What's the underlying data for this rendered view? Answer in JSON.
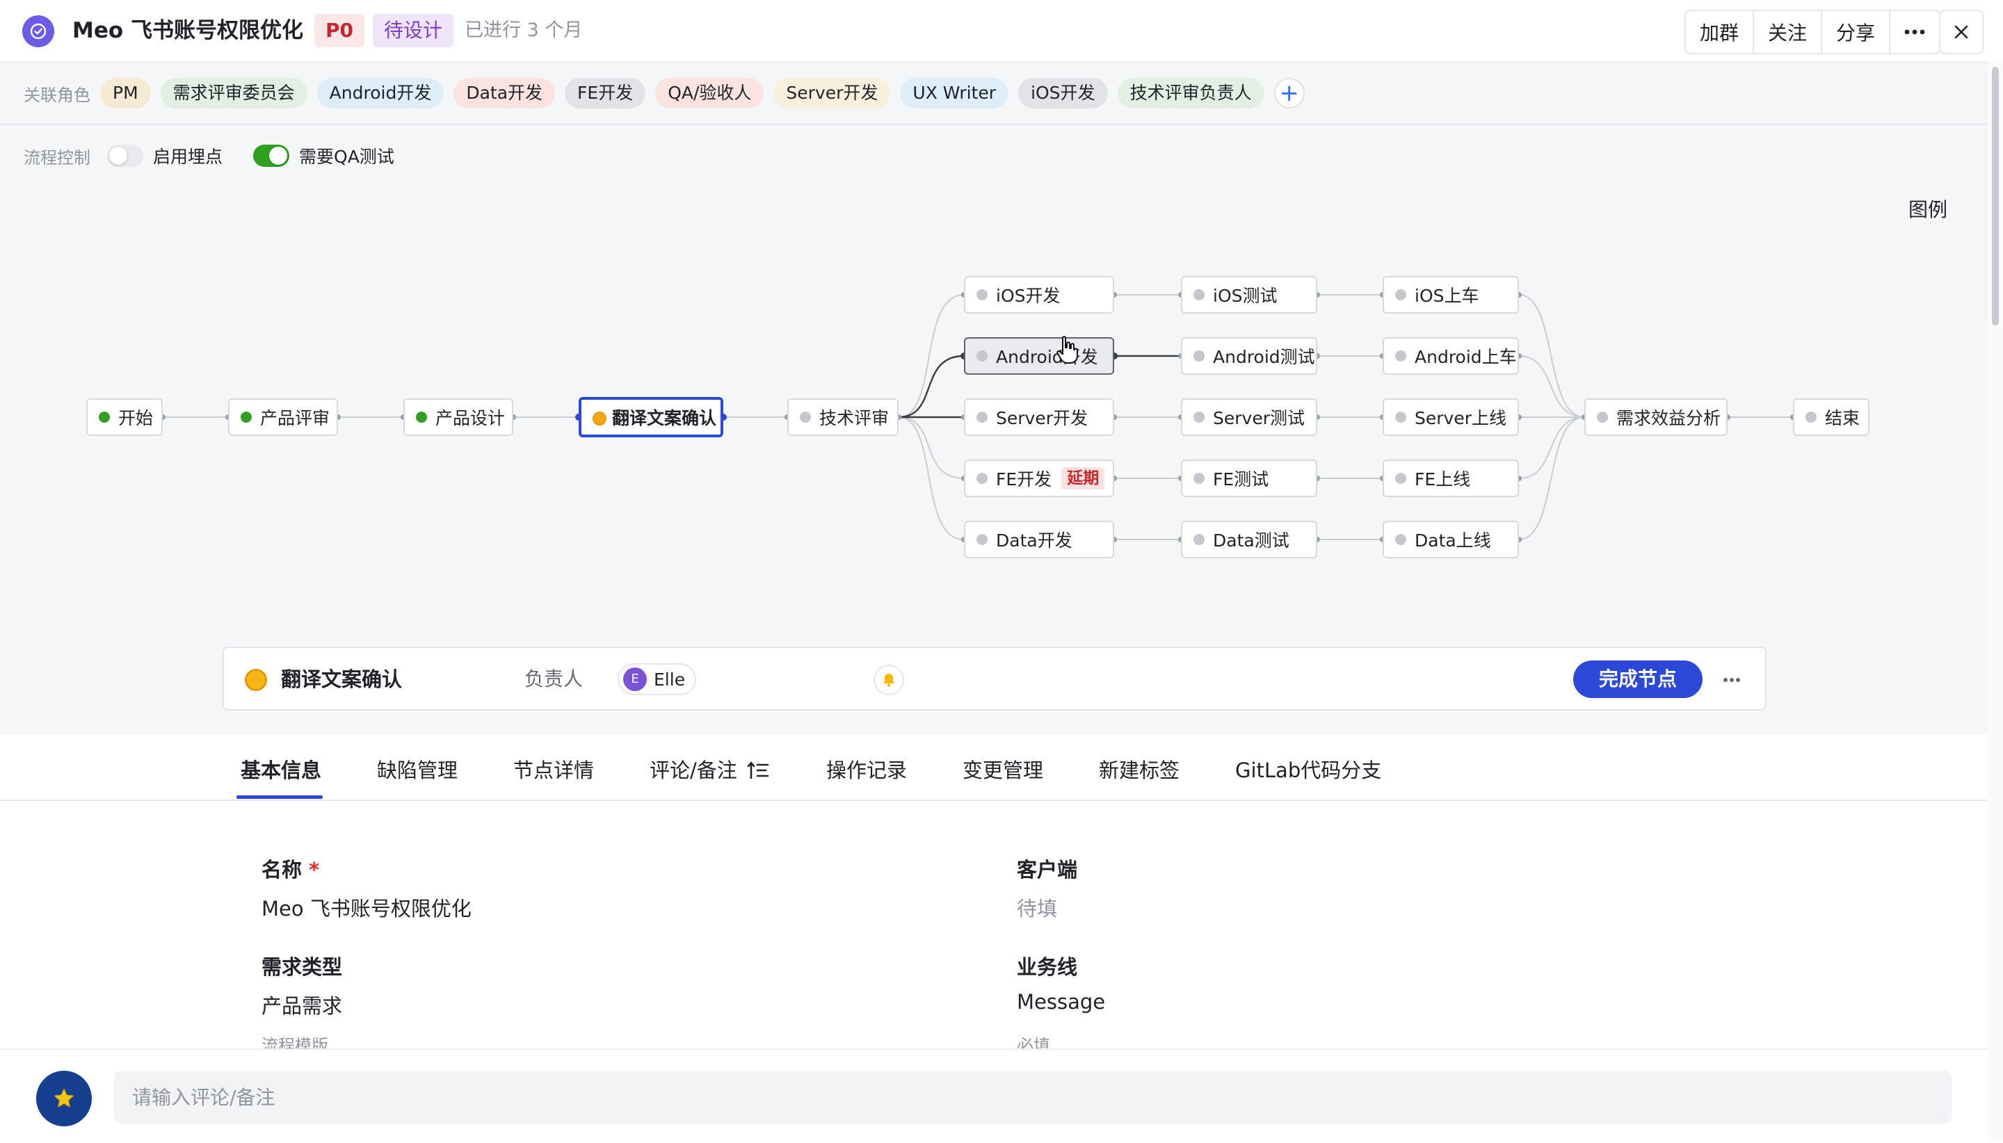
{
  "header": {
    "title": "Meo 飞书账号权限优化",
    "priority": "P0",
    "status": "待设计",
    "elapsed": "已进行 3 个月",
    "actions": [
      "加群",
      "关注",
      "分享"
    ],
    "more_icon": "more-icon",
    "close_icon": "close-icon"
  },
  "roles": {
    "label": "关联角色",
    "items": [
      {
        "name": "PM",
        "bg": "#f6ead3"
      },
      {
        "name": "需求评审委员会",
        "bg": "#e2efe3"
      },
      {
        "name": "Android开发",
        "bg": "#ddeef8"
      },
      {
        "name": "Data开发",
        "bg": "#fbe3df"
      },
      {
        "name": "FE开发",
        "bg": "#e1e3e7"
      },
      {
        "name": "QA/验收人",
        "bg": "#fbe3df"
      },
      {
        "name": "Server开发",
        "bg": "#f8efdc"
      },
      {
        "name": "UX Writer",
        "bg": "#ddeef8"
      },
      {
        "name": "iOS开发",
        "bg": "#e1e3e7"
      },
      {
        "name": "技术评审负责人",
        "bg": "#e2efe3"
      }
    ],
    "add": "+"
  },
  "flow_control": {
    "label": "流程控制",
    "toggles": [
      {
        "label": "启用埋点",
        "on": false
      },
      {
        "label": "需要QA测试",
        "on": true
      }
    ]
  },
  "legend": "图例",
  "graph": {
    "nodes": {
      "start": {
        "label": "开始",
        "status": "done"
      },
      "review": {
        "label": "产品评审",
        "status": "done"
      },
      "design": {
        "label": "产品设计",
        "status": "done"
      },
      "translate": {
        "label": "翻译文案确认",
        "status": "in-progress"
      },
      "tech": {
        "label": "技术评审",
        "status": "pending"
      },
      "ios_dev": {
        "label": "iOS开发",
        "status": "pending"
      },
      "and_dev": {
        "label": "Android开发",
        "status": "pending"
      },
      "srv_dev": {
        "label": "Server开发",
        "status": "pending"
      },
      "fe_dev": {
        "label": "FE开发",
        "status": "pending",
        "badge": "延期"
      },
      "data_dev": {
        "label": "Data开发",
        "status": "pending"
      },
      "ios_test": {
        "label": "iOS测试",
        "status": "pending"
      },
      "and_test": {
        "label": "Android测试",
        "status": "pending"
      },
      "srv_test": {
        "label": "Server测试",
        "status": "pending"
      },
      "fe_test": {
        "label": "FE测试",
        "status": "pending"
      },
      "data_test": {
        "label": "Data测试",
        "status": "pending"
      },
      "ios_rel": {
        "label": "iOS上车",
        "status": "pending"
      },
      "and_rel": {
        "label": "Android上车",
        "status": "pending"
      },
      "srv_rel": {
        "label": "Server上线",
        "status": "pending"
      },
      "fe_rel": {
        "label": "FE上线",
        "status": "pending"
      },
      "data_rel": {
        "label": "Data上线",
        "status": "pending"
      },
      "benefit": {
        "label": "需求效益分析",
        "status": "pending"
      },
      "end": {
        "label": "结束",
        "status": "pending"
      }
    },
    "status_colors": {
      "done": "#2ea121",
      "in-progress": "#f5a614",
      "pending": "#c4c7cc"
    }
  },
  "node_bar": {
    "name": "翻译文案确认",
    "owner_label": "负责人",
    "owner_initial": "E",
    "owner_name": "Elle",
    "bell_icon": "bell-icon",
    "complete_label": "完成节点",
    "more_icon": "more-icon"
  },
  "tabs": [
    {
      "label": "基本信息",
      "active": true
    },
    {
      "label": "缺陷管理"
    },
    {
      "label": "节点详情"
    },
    {
      "label": "评论/备注"
    },
    {
      "label": "操作记录"
    },
    {
      "label": "变更管理"
    },
    {
      "label": "新建标签"
    },
    {
      "label": "GitLab代码分支"
    }
  ],
  "form": {
    "name_label": "名称",
    "required_mark": "*",
    "name_value": "Meo 飞书账号权限优化",
    "client_label": "客户端",
    "client_value": "待填",
    "type_label": "需求类型",
    "type_value": "产品需求",
    "business_label": "业务线",
    "business_value": "Message",
    "template_label": "流程模版",
    "business_hint": "必填"
  },
  "comment": {
    "placeholder": "请输入评论/备注"
  }
}
